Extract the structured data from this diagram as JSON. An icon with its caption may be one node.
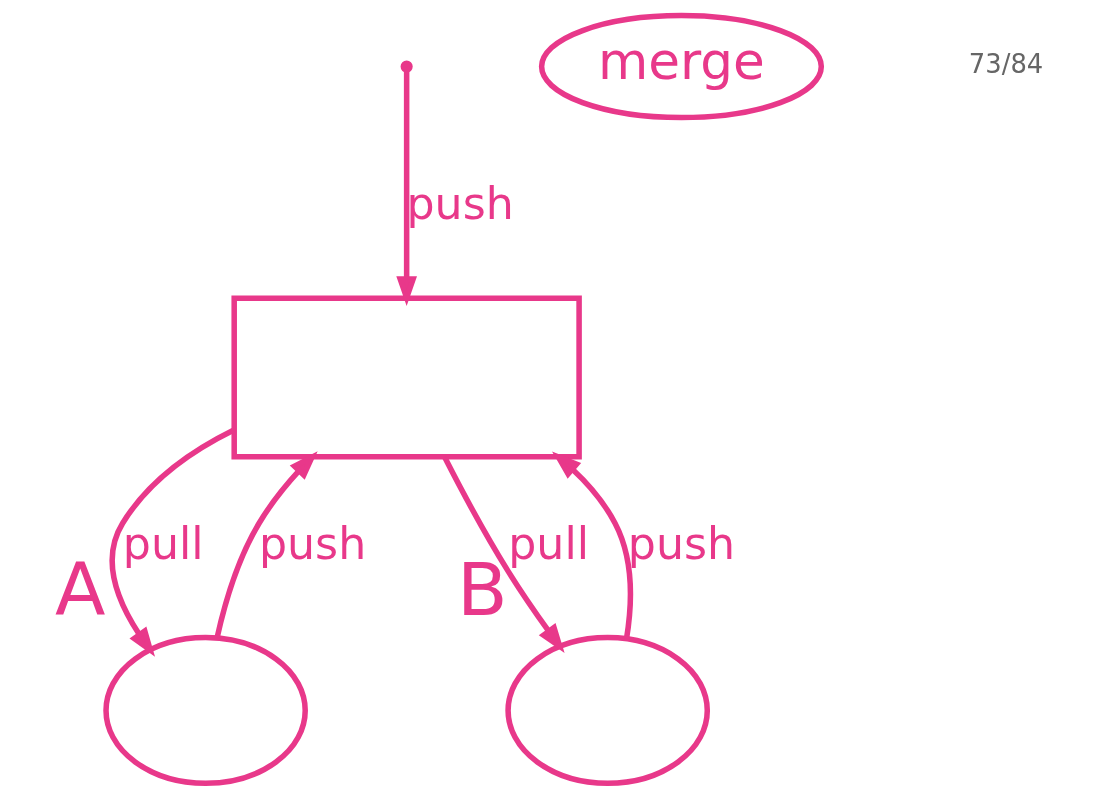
{
  "diagram": {
    "nodes": [
      {
        "text": [],
        "shape": "box"
      },
      {
        "text": [],
        "shape": "circle",
        "beside": [
          "A"
        ]
      },
      {
        "text": [],
        "shape": "circle",
        "beside": [
          "B"
        ]
      },
      {
        "text": [
          "merge"
        ]
      }
    ],
    "edges": [
      {
        "from": 1,
        "to": 0,
        "arrow": "to",
        "label": "push"
      },
      {
        "from": 0,
        "to": 1,
        "arrow": "to",
        "label": "pull"
      },
      {
        "from": 0,
        "to": 2,
        "arrow": "to",
        "label": "pull"
      },
      {
        "from": 2,
        "to": 0,
        "arrow": "to",
        "label": "push"
      },
      {
        "from": null,
        "to": 0,
        "arrow": "to",
        "label": "push"
      }
    ],
    "labels": [
      "73/84"
    ]
  }
}
